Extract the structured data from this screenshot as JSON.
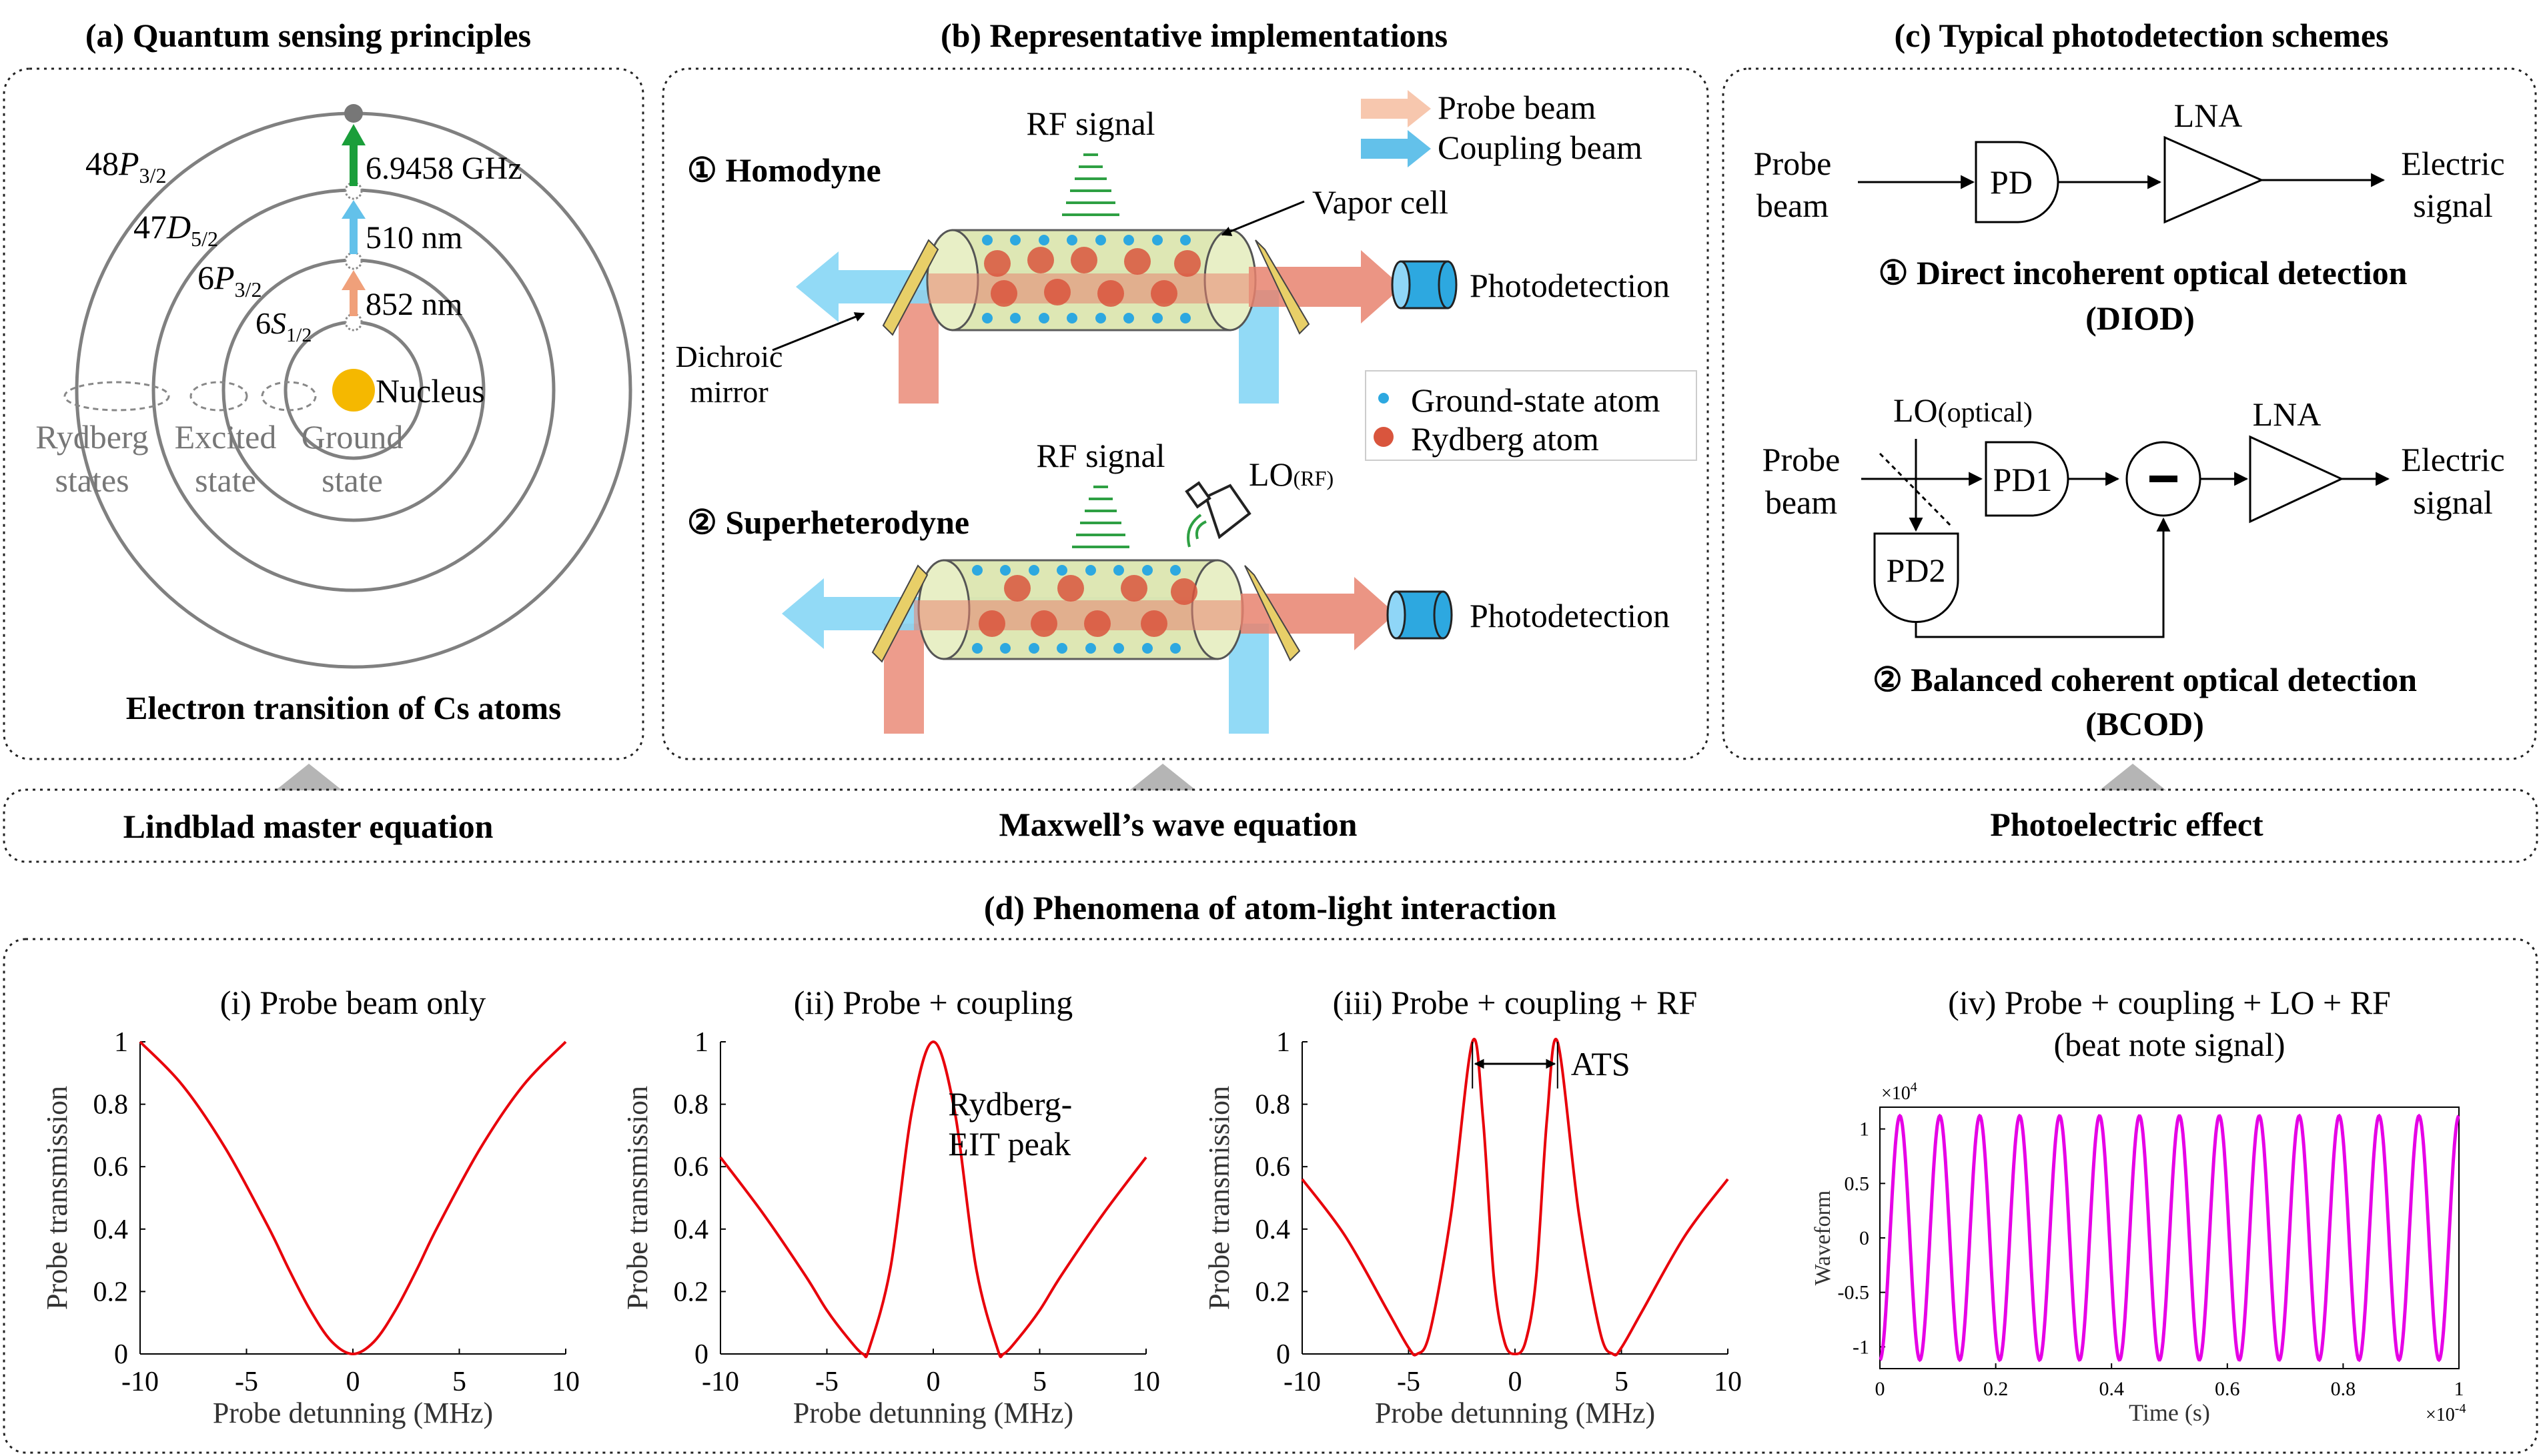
{
  "panels": {
    "a_title": "(a) Quantum sensing principles",
    "b_title": "(b) Representative implementations",
    "c_title": "(c) Typical photodetection schemes",
    "d_title": "(d) Phenomena of atom-light interaction"
  },
  "equations": {
    "left": "Lindblad master equation",
    "middle": "Maxwell’s wave equation",
    "right": "Photoelectric effect"
  },
  "panel_a": {
    "levels": [
      {
        "base": "48",
        "letter": "P",
        "sub": "3/2"
      },
      {
        "base": "47",
        "letter": "D",
        "sub": "5/2"
      },
      {
        "base": "6",
        "letter": "P",
        "sub": "3/2"
      },
      {
        "base": "6",
        "letter": "S",
        "sub": "1/2"
      }
    ],
    "transitions": [
      "6.9458 GHz",
      "510 nm",
      "852 nm"
    ],
    "nucleus": "Nucleus",
    "states": [
      [
        "Rydberg",
        "states"
      ],
      [
        "Excited",
        "state"
      ],
      [
        "Ground",
        "state"
      ]
    ],
    "caption": "Electron transition of Cs atoms",
    "colors": {
      "nucleus": "#F5B800",
      "rf": "#1a9e3a",
      "coupling": "#63c1ea",
      "probe": "#f0a07a"
    }
  },
  "panel_b": {
    "homodyne": "① Homodyne",
    "superhet": "② Superheterodyne",
    "rf_signal": "RF signal",
    "vapor_cell": "Vapor cell",
    "dichroic": [
      "Dichroic",
      "mirror"
    ],
    "photodetection": "Photodetection",
    "lo_rf": "LO",
    "lo_rf_sub": "(RF)",
    "legend": {
      "probe": "Probe beam",
      "coupling": "Coupling beam",
      "ground": "Ground-state atom",
      "rydberg": "Rydberg atom"
    },
    "colors": {
      "probe": "#e8836f",
      "coupling": "#86d6f5",
      "ground": "#2da8e0",
      "rydberg": "#d9553d",
      "cell": "#dde6b0"
    }
  },
  "panel_c": {
    "probe_beam": [
      "Probe",
      "beam"
    ],
    "pd": "PD",
    "lna": "LNA",
    "electric_signal": [
      "Electric",
      "signal"
    ],
    "diod": [
      "① Direct incoherent optical detection",
      "(DIOD)"
    ],
    "lo_optical": "LO",
    "lo_optical_sub": "(optical)",
    "pd1": "PD1",
    "pd2": "PD2",
    "bcod": [
      "② Balanced coherent optical detection",
      "(BCOD)"
    ]
  },
  "chart_data": [
    {
      "type": "line",
      "title": "(i) Probe beam only",
      "xlabel": "Probe detunning (MHz)",
      "ylabel": "Probe transmission",
      "xlim": [
        -10,
        10
      ],
      "ylim": [
        0,
        1
      ],
      "xticks": [
        "-10",
        "-5",
        "0",
        "5",
        "10"
      ],
      "yticks": [
        "0",
        "0.2",
        "0.4",
        "0.6",
        "0.8",
        "1"
      ],
      "x": [
        -10,
        -8,
        -6,
        -4,
        -3,
        -2,
        -1,
        0,
        1,
        2,
        3,
        4,
        6,
        8,
        10
      ],
      "y": [
        1.0,
        0.86,
        0.66,
        0.41,
        0.27,
        0.14,
        0.04,
        0.0,
        0.04,
        0.14,
        0.27,
        0.41,
        0.66,
        0.86,
        1.0
      ],
      "color": "#e8000b"
    },
    {
      "type": "line",
      "title": "(ii) Probe + coupling",
      "xlabel": "Probe detunning (MHz)",
      "ylabel": "Probe transmission",
      "xlim": [
        -10,
        10
      ],
      "ylim": [
        0,
        1
      ],
      "xticks": [
        "-10",
        "-5",
        "0",
        "5",
        "10"
      ],
      "yticks": [
        "0",
        "0.2",
        "0.4",
        "0.6",
        "0.8",
        "1"
      ],
      "annotation": [
        "Rydberg-",
        "EIT peak"
      ],
      "x": [
        -10,
        -8,
        -6,
        -5,
        -4,
        -3.3,
        -3,
        -2,
        -1,
        0,
        1,
        2,
        3,
        3.3,
        4,
        5,
        6,
        8,
        10
      ],
      "y": [
        0.63,
        0.45,
        0.25,
        0.14,
        0.05,
        0.0,
        0.02,
        0.28,
        0.78,
        1.0,
        0.78,
        0.28,
        0.02,
        0.0,
        0.05,
        0.14,
        0.25,
        0.45,
        0.63
      ],
      "color": "#e8000b"
    },
    {
      "type": "line",
      "title": "(iii) Probe + coupling + RF",
      "xlabel": "Probe detunning (MHz)",
      "ylabel": "Probe transmission",
      "xlim": [
        -10,
        10
      ],
      "ylim": [
        0,
        1
      ],
      "xticks": [
        "-10",
        "-5",
        "0",
        "5",
        "10"
      ],
      "yticks": [
        "0",
        "0.2",
        "0.4",
        "0.6",
        "0.8",
        "1"
      ],
      "annotation": "ATS",
      "x": [
        -10,
        -8,
        -6,
        -5,
        -4.6,
        -4,
        -3,
        -2,
        -1.5,
        -1,
        -0.5,
        0,
        0.5,
        1,
        1.5,
        2,
        3,
        4,
        4.6,
        5,
        6,
        8,
        10
      ],
      "y": [
        0.56,
        0.38,
        0.14,
        0.02,
        0.0,
        0.07,
        0.45,
        1.0,
        0.75,
        0.25,
        0.04,
        0.0,
        0.04,
        0.25,
        0.75,
        1.0,
        0.45,
        0.07,
        0.0,
        0.02,
        0.14,
        0.38,
        0.56
      ],
      "color": "#e8000b"
    },
    {
      "type": "line",
      "title": [
        "(iv) Probe + coupling + LO + RF",
        "(beat note signal)"
      ],
      "xlabel": "Time (s)",
      "ylabel": "Waveform",
      "xlim": [
        0,
        1
      ],
      "ylim": [
        -1.2,
        1.2
      ],
      "xticks": [
        "0",
        "0.2",
        "0.4",
        "0.6",
        "0.8",
        "1"
      ],
      "yticks": [
        "-1",
        "-0.5",
        "0",
        "0.5",
        "1"
      ],
      "x_multiplier": "×10",
      "x_multiplier_exp": "-4",
      "y_multiplier": "×10",
      "y_multiplier_exp": "4",
      "function": "sine",
      "cycles": 14.5,
      "amplitude": 1.12,
      "color": "#e600e6"
    }
  ]
}
